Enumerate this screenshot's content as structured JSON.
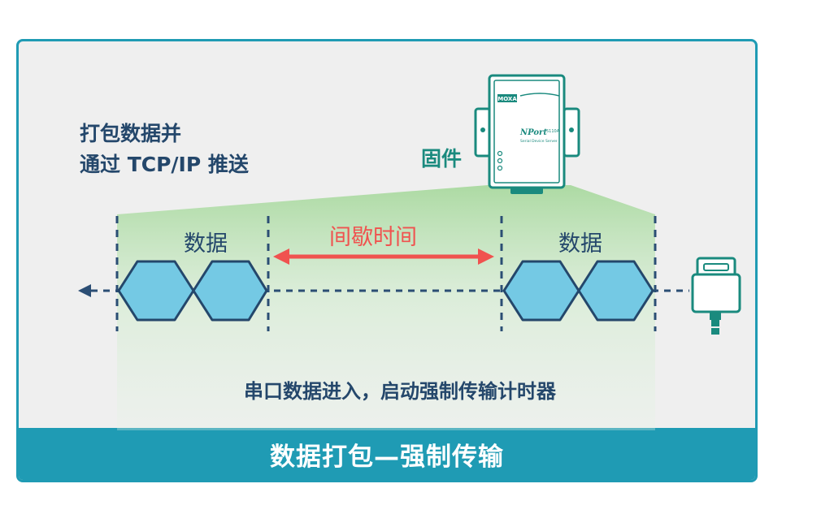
{
  "labels": {
    "pack_line1": "打包数据并",
    "pack_line2": "通过 TCP/IP 推送",
    "firmware": "固件",
    "data_left": "数据",
    "data_right": "数据",
    "interval": "间歇时间",
    "serial_note": "串口数据进入，启动强制传输计时器"
  },
  "banner": {
    "title": "数据打包—强制传输"
  },
  "device": {
    "brand": "MOXA",
    "model": "NPort",
    "model_no": "5110A",
    "subtitle": "Serial Device Server"
  },
  "colors": {
    "border": "#1f9bb4",
    "banner": "#1f9bb4",
    "hexagon_fill": "#74c9e4",
    "hexagon_stroke": "#24476b",
    "dashed_line": "#2b4e74",
    "interval_arrow": "#f0524f",
    "device_green": "#1a8a7e",
    "spotlight": "#bfe2b9"
  }
}
